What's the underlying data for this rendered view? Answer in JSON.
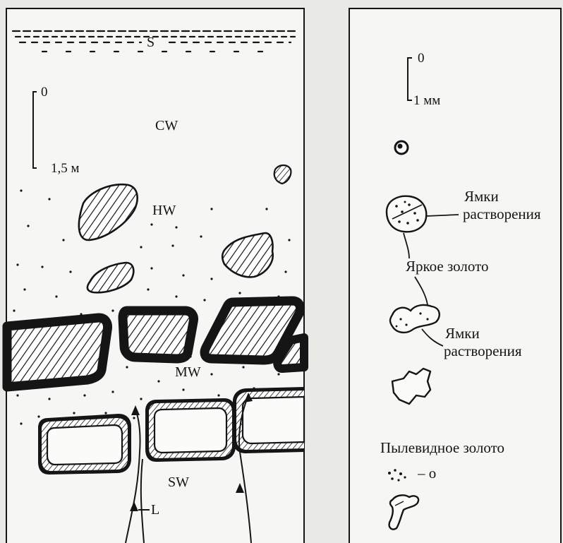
{
  "left_panel": {
    "zone_labels": {
      "s": "S",
      "cw": "CW",
      "hw": "HW",
      "mw": "MW",
      "sw": "SW",
      "l": "L"
    },
    "scale": {
      "top": "0",
      "bottom": "1,5 м"
    }
  },
  "right_panel": {
    "scale": {
      "top": "0",
      "bottom": "1 мм"
    },
    "labels": {
      "pits_upper_line1": "Ямки",
      "pits_upper_line2": "растворения",
      "bright_gold": "Яркое золото",
      "pits_lower_line1": "Ямки",
      "pits_lower_line2": "растворения",
      "dust_gold": "Пылевидное золото",
      "dust_symbol": "– o"
    }
  },
  "colors": {
    "background": "#e9e9e6",
    "ink": "#151515",
    "panel_fill": "#ffffff"
  }
}
